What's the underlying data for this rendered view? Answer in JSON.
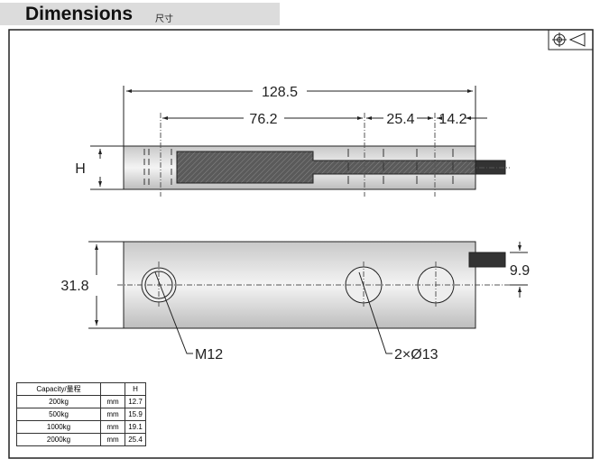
{
  "header": {
    "title": "Dimensions",
    "subtitle": "尺寸"
  },
  "symbol": "first-angle-projection-icon",
  "dimensions": {
    "overall": "128.5",
    "d1": "76.2",
    "d2": "25.4",
    "d3": "14.2",
    "height": "H",
    "width": "31.8",
    "cable_offset": "9.9",
    "thread": "M12",
    "holes": "2×Ø13"
  },
  "table": {
    "headers": [
      "Capacity/量程",
      "",
      "H"
    ],
    "rows": [
      [
        "200kg",
        "mm",
        "12.7"
      ],
      [
        "500kg",
        "mm",
        "15.9"
      ],
      [
        "1000kg",
        "mm",
        "19.1"
      ],
      [
        "2000kg",
        "mm",
        "25.4"
      ]
    ]
  }
}
